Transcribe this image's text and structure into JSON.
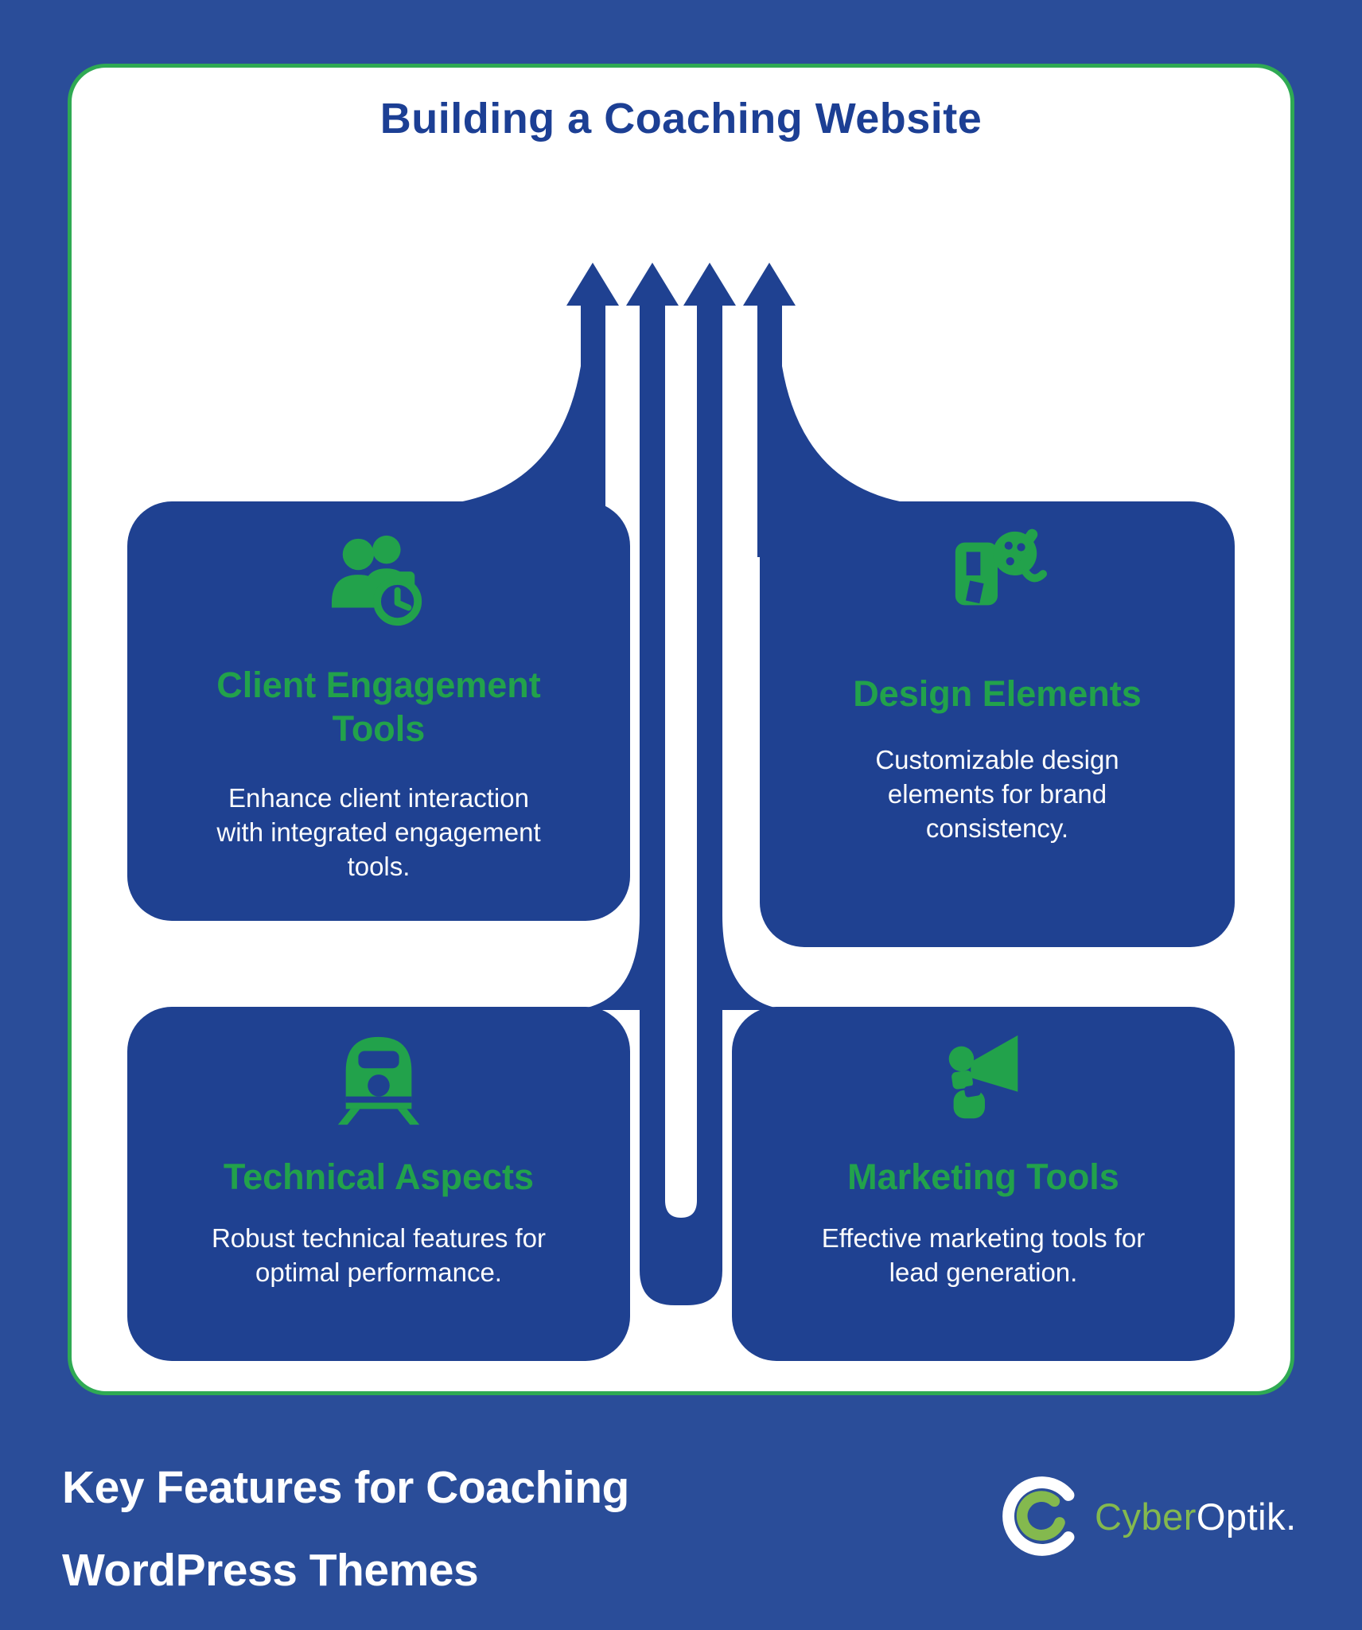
{
  "header": {
    "title": "Building a Coaching Website"
  },
  "cards": [
    {
      "id": "client-engagement-tools",
      "icon": "people-clock-icon",
      "title": "Client Engagement Tools",
      "description": "Enhance client interaction with integrated engagement tools."
    },
    {
      "id": "design-elements",
      "icon": "paint-palette-icon",
      "title": "Design Elements",
      "description": "Customizable design elements for brand consistency."
    },
    {
      "id": "technical-aspects",
      "icon": "train-icon",
      "title": "Technical Aspects",
      "description": "Robust technical features for optimal performance."
    },
    {
      "id": "marketing-tools",
      "icon": "megaphone-icon",
      "title": "Marketing Tools",
      "description": "Effective marketing tools for lead generation."
    }
  ],
  "footer": {
    "heading_line1": "Key Features for Coaching",
    "heading_line2": "WordPress Themes"
  },
  "logo": {
    "primary": "Cyber",
    "secondary": "Optik."
  },
  "colors": {
    "background_blue": "#2a4d99",
    "card_blue": "#1f4191",
    "accent_green": "#22a24b",
    "border_green": "#2faa53",
    "title_blue": "#1c3f94",
    "logo_green": "#84b94e",
    "text_white": "#ffffff"
  }
}
